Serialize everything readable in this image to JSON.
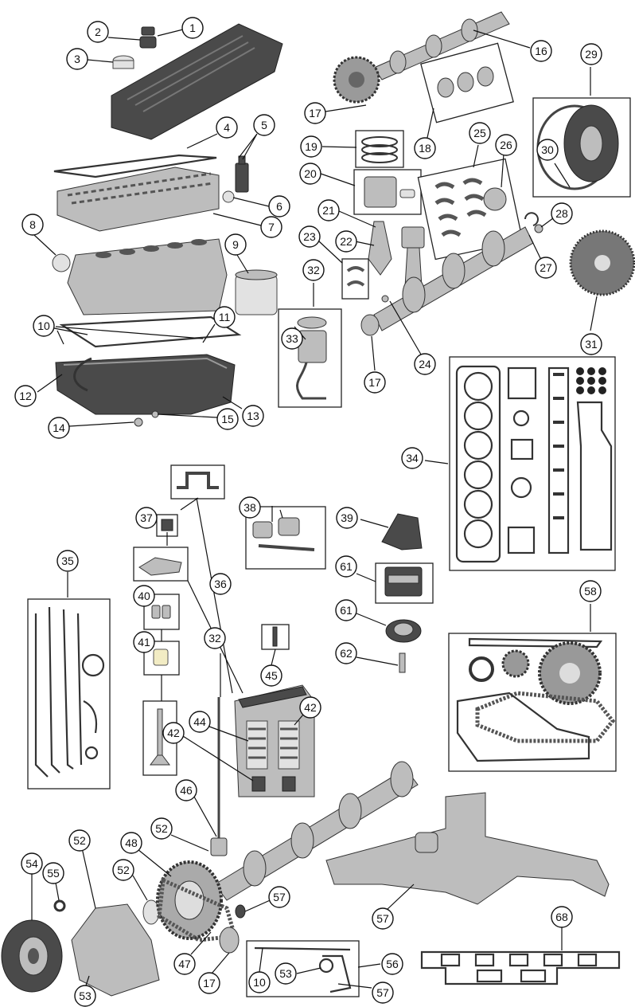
{
  "diagram": {
    "type": "exploded-parts-diagram",
    "callouts": [
      {
        "id": "c1",
        "label": "1"
      },
      {
        "id": "c2",
        "label": "2"
      },
      {
        "id": "c3",
        "label": "3"
      },
      {
        "id": "c4",
        "label": "4"
      },
      {
        "id": "c5",
        "label": "5"
      },
      {
        "id": "c6",
        "label": "6"
      },
      {
        "id": "c7",
        "label": "7"
      },
      {
        "id": "c8",
        "label": "8"
      },
      {
        "id": "c9",
        "label": "9"
      },
      {
        "id": "c10a",
        "label": "10"
      },
      {
        "id": "c11",
        "label": "11"
      },
      {
        "id": "c12",
        "label": "12"
      },
      {
        "id": "c13",
        "label": "13"
      },
      {
        "id": "c14",
        "label": "14"
      },
      {
        "id": "c15",
        "label": "15"
      },
      {
        "id": "c16",
        "label": "16"
      },
      {
        "id": "c17a",
        "label": "17"
      },
      {
        "id": "c18",
        "label": "18"
      },
      {
        "id": "c19",
        "label": "19"
      },
      {
        "id": "c20",
        "label": "20"
      },
      {
        "id": "c21",
        "label": "21"
      },
      {
        "id": "c22",
        "label": "22"
      },
      {
        "id": "c23",
        "label": "23"
      },
      {
        "id": "c24",
        "label": "24"
      },
      {
        "id": "c25",
        "label": "25"
      },
      {
        "id": "c26",
        "label": "26"
      },
      {
        "id": "c27",
        "label": "27"
      },
      {
        "id": "c28",
        "label": "28"
      },
      {
        "id": "c29",
        "label": "29"
      },
      {
        "id": "c30",
        "label": "30"
      },
      {
        "id": "c31",
        "label": "31"
      },
      {
        "id": "c32a",
        "label": "32"
      },
      {
        "id": "c33",
        "label": "33"
      },
      {
        "id": "c17b",
        "label": "17"
      },
      {
        "id": "c34",
        "label": "34"
      },
      {
        "id": "c35",
        "label": "35"
      },
      {
        "id": "c36",
        "label": "36"
      },
      {
        "id": "c37",
        "label": "37"
      },
      {
        "id": "c38",
        "label": "38"
      },
      {
        "id": "c39",
        "label": "39"
      },
      {
        "id": "c40",
        "label": "40"
      },
      {
        "id": "c41",
        "label": "41"
      },
      {
        "id": "c32b",
        "label": "32"
      },
      {
        "id": "c61a",
        "label": "61"
      },
      {
        "id": "c61b",
        "label": "61"
      },
      {
        "id": "c62",
        "label": "62"
      },
      {
        "id": "c58",
        "label": "58"
      },
      {
        "id": "c45",
        "label": "45"
      },
      {
        "id": "c44",
        "label": "44"
      },
      {
        "id": "c42a",
        "label": "42"
      },
      {
        "id": "c42b",
        "label": "42"
      },
      {
        "id": "c46",
        "label": "46"
      },
      {
        "id": "c52a",
        "label": "52"
      },
      {
        "id": "c48",
        "label": "48"
      },
      {
        "id": "c52b",
        "label": "52"
      },
      {
        "id": "c52c",
        "label": "52"
      },
      {
        "id": "c54",
        "label": "54"
      },
      {
        "id": "c55",
        "label": "55"
      },
      {
        "id": "c57a",
        "label": "57"
      },
      {
        "id": "c57b",
        "label": "57"
      },
      {
        "id": "c47",
        "label": "47"
      },
      {
        "id": "c17c",
        "label": "17"
      },
      {
        "id": "c53a",
        "label": "53"
      },
      {
        "id": "c68",
        "label": "68"
      },
      {
        "id": "c10b",
        "label": "10"
      },
      {
        "id": "c53b",
        "label": "53"
      },
      {
        "id": "c56",
        "label": "56"
      },
      {
        "id": "c57c",
        "label": "57"
      }
    ]
  },
  "colors": {
    "line": "#111111",
    "metal": "#bdbdbd",
    "dark_metal": "#4a4a4a",
    "background": "#ffffff"
  }
}
